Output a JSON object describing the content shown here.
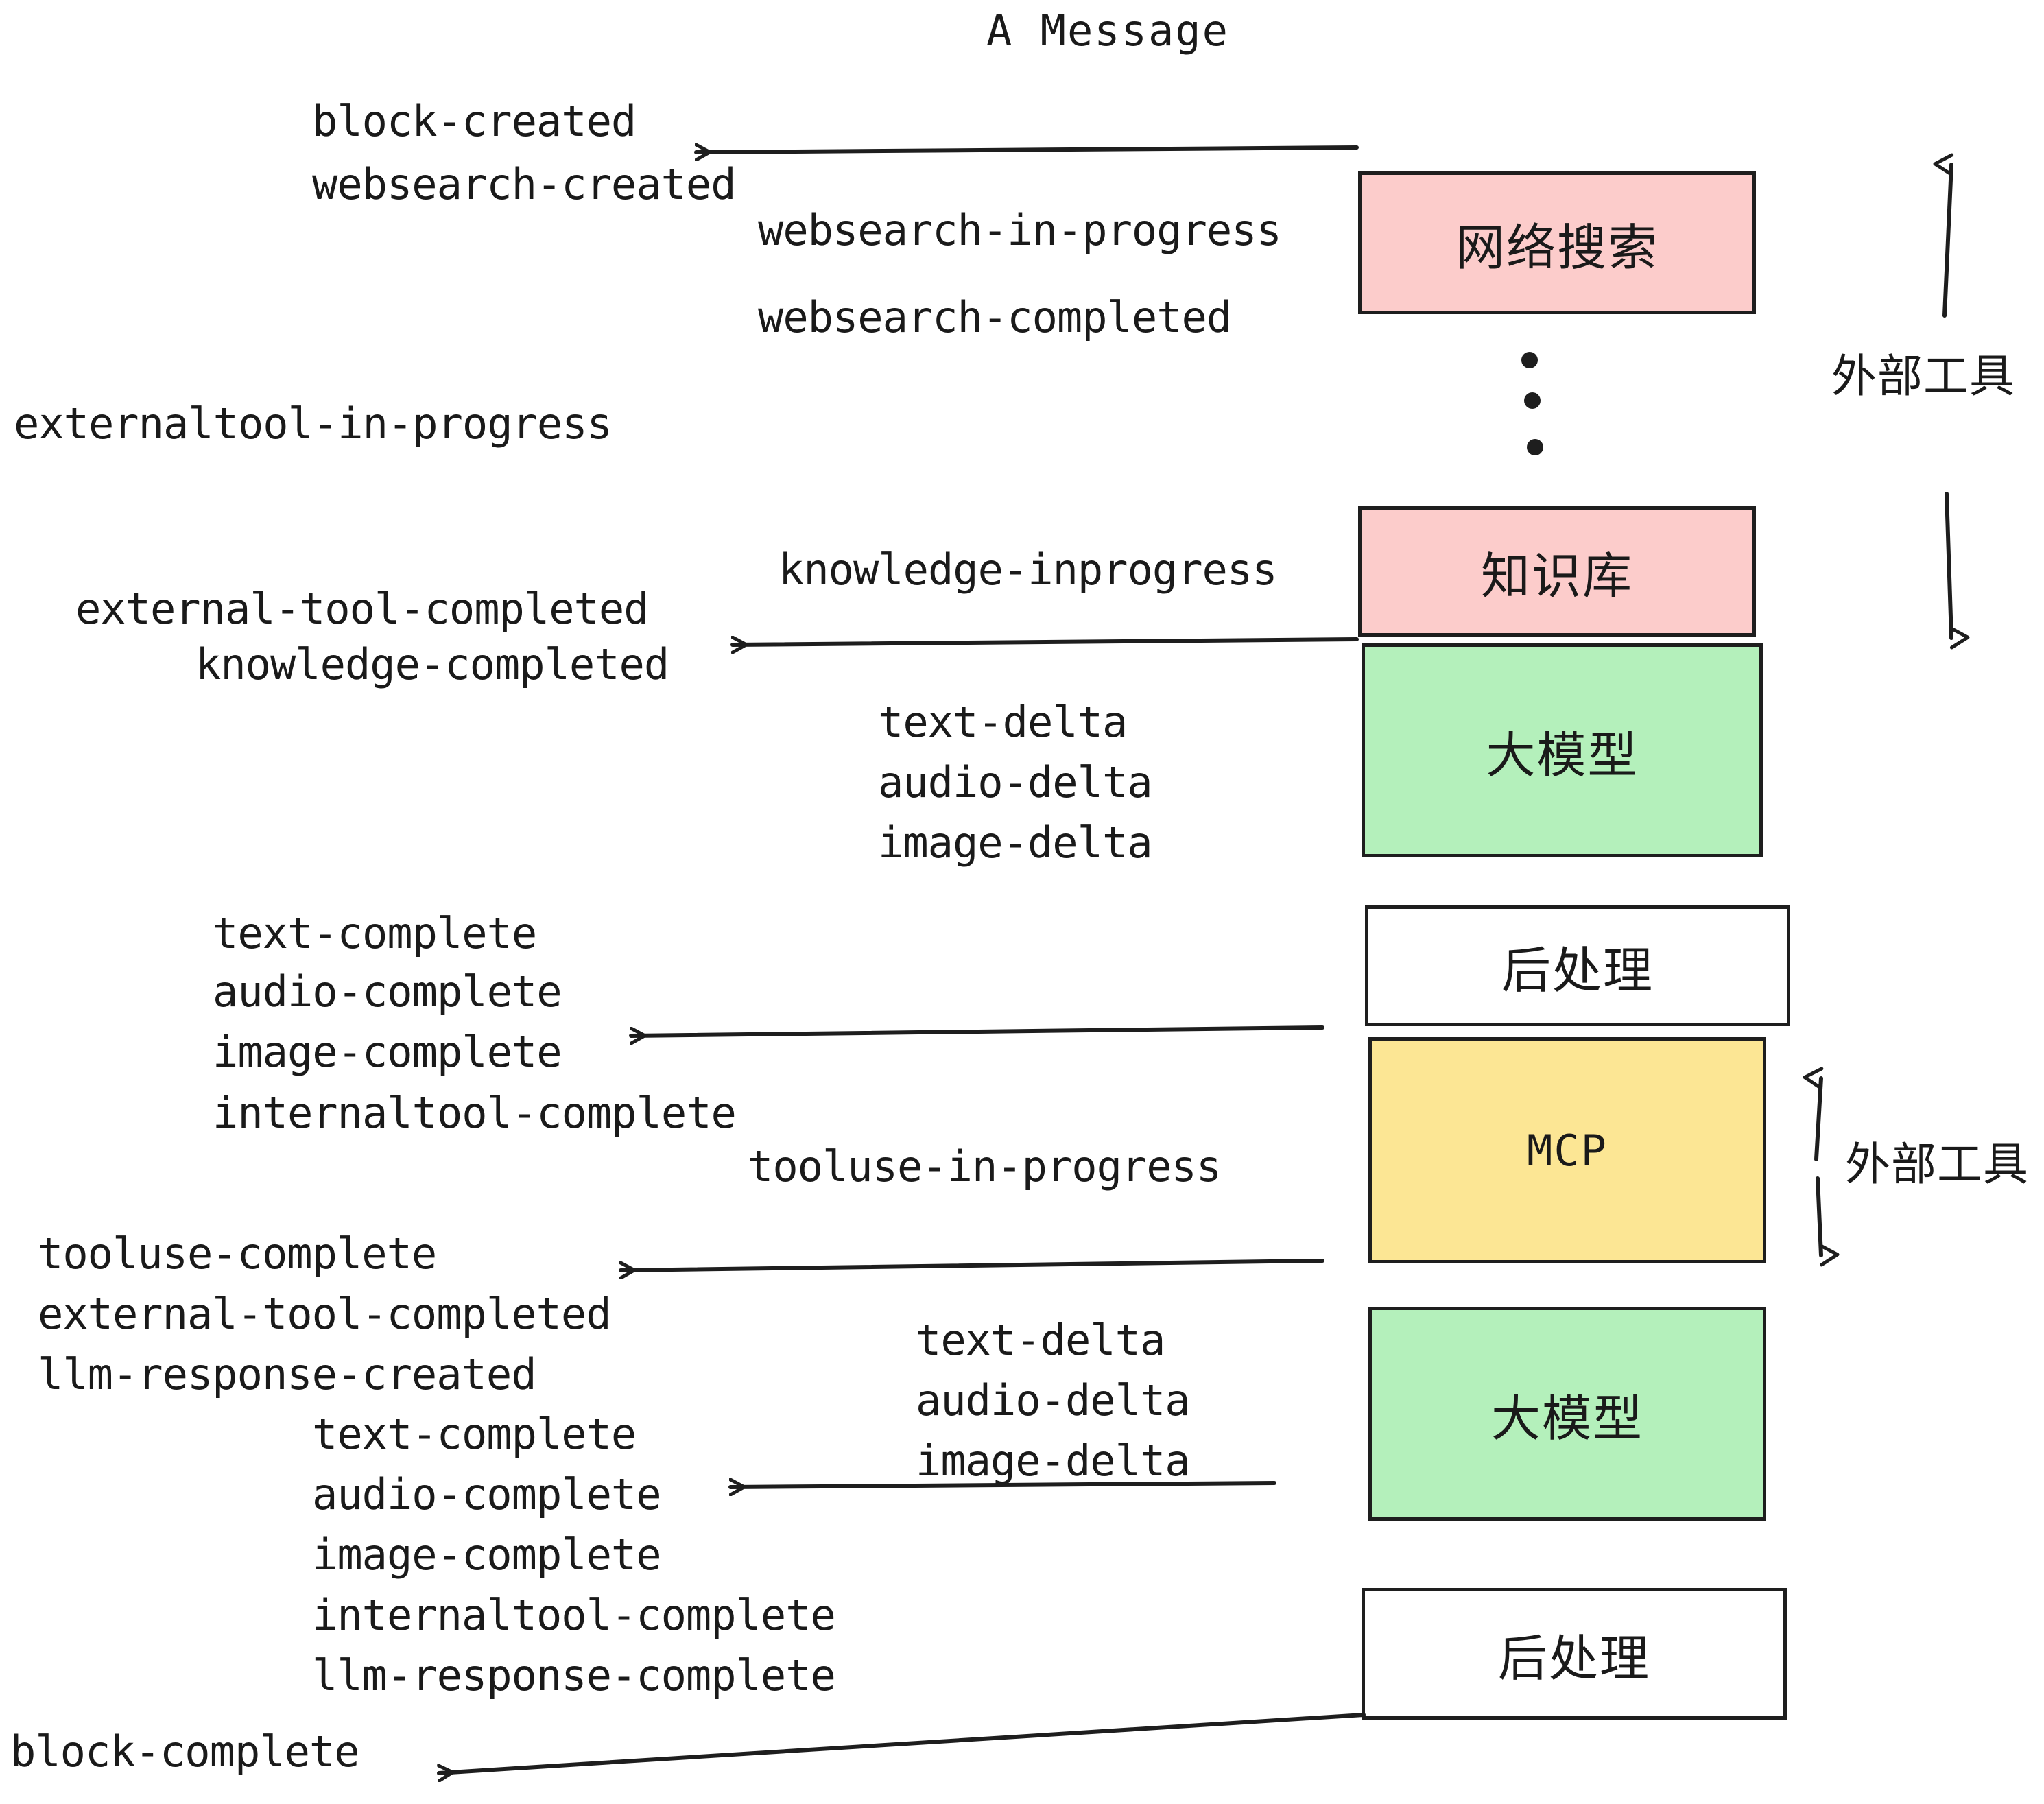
{
  "title": "A Message",
  "colors": {
    "external_tool_fill": "#FCCCCB",
    "llm_fill": "#B4F0BB",
    "mcp_fill": "#FCE694",
    "plain_fill": "#FFFFFF",
    "stroke": "#1E1E1E",
    "text": "#1A1A1A",
    "background": "#FFFFFF"
  },
  "nodes": [
    {
      "id": "websearch",
      "label": "网络搜索",
      "fill": "#FCCCCB",
      "mono": false
    },
    {
      "id": "knowledgebase",
      "label": "知识库",
      "fill": "#FCCCCB",
      "mono": false
    },
    {
      "id": "llm-1",
      "label": "大模型",
      "fill": "#B4F0BB",
      "mono": false
    },
    {
      "id": "postprocess-1",
      "label": "后处理",
      "fill": "#FFFFFF",
      "mono": false
    },
    {
      "id": "mcp",
      "label": "MCP",
      "fill": "#FCE694",
      "mono": true
    },
    {
      "id": "llm-2",
      "label": "大模型",
      "fill": "#B4F0BB",
      "mono": false
    },
    {
      "id": "postprocess-2",
      "label": "后处理",
      "fill": "#FFFFFF",
      "mono": false
    }
  ],
  "side_labels": [
    {
      "id": "external-tools-top",
      "text": "外部工具"
    },
    {
      "id": "external-tools-bottom",
      "text": "外部工具"
    }
  ],
  "events": [
    {
      "id": "block-created",
      "text": "block-created"
    },
    {
      "id": "websearch-created",
      "text": "websearch-created"
    },
    {
      "id": "websearch-in-progress",
      "text": "websearch-in-progress"
    },
    {
      "id": "websearch-completed",
      "text": "websearch-completed"
    },
    {
      "id": "externaltool-in-progress",
      "text": "externaltool-in-progress"
    },
    {
      "id": "knowledge-inprogress",
      "text": "knowledge-inprogress"
    },
    {
      "id": "external-tool-completed-1",
      "text": "external-tool-completed"
    },
    {
      "id": "knowledge-completed",
      "text": "knowledge-completed"
    },
    {
      "id": "text-delta-1",
      "text": "text-delta"
    },
    {
      "id": "audio-delta-1",
      "text": "audio-delta"
    },
    {
      "id": "image-delta-1",
      "text": "image-delta"
    },
    {
      "id": "text-complete-1",
      "text": "text-complete"
    },
    {
      "id": "audio-complete-1",
      "text": "audio-complete"
    },
    {
      "id": "image-complete-1",
      "text": "image-complete"
    },
    {
      "id": "internaltool-complete-1",
      "text": "internaltool-complete"
    },
    {
      "id": "tooluse-in-progress",
      "text": "tooluse-in-progress"
    },
    {
      "id": "tooluse-complete",
      "text": "tooluse-complete"
    },
    {
      "id": "external-tool-completed-2",
      "text": "external-tool-completed"
    },
    {
      "id": "llm-response-created",
      "text": "llm-response-created"
    },
    {
      "id": "text-delta-2",
      "text": "text-delta"
    },
    {
      "id": "audio-delta-2",
      "text": "audio-delta"
    },
    {
      "id": "image-delta-2",
      "text": "image-delta"
    },
    {
      "id": "text-complete-2",
      "text": "text-complete"
    },
    {
      "id": "audio-complete-2",
      "text": "audio-complete"
    },
    {
      "id": "image-complete-2",
      "text": "image-complete"
    },
    {
      "id": "internaltool-complete-2",
      "text": "internaltool-complete"
    },
    {
      "id": "llm-response-complete",
      "text": "llm-response-complete"
    },
    {
      "id": "block-complete",
      "text": "block-complete"
    }
  ]
}
